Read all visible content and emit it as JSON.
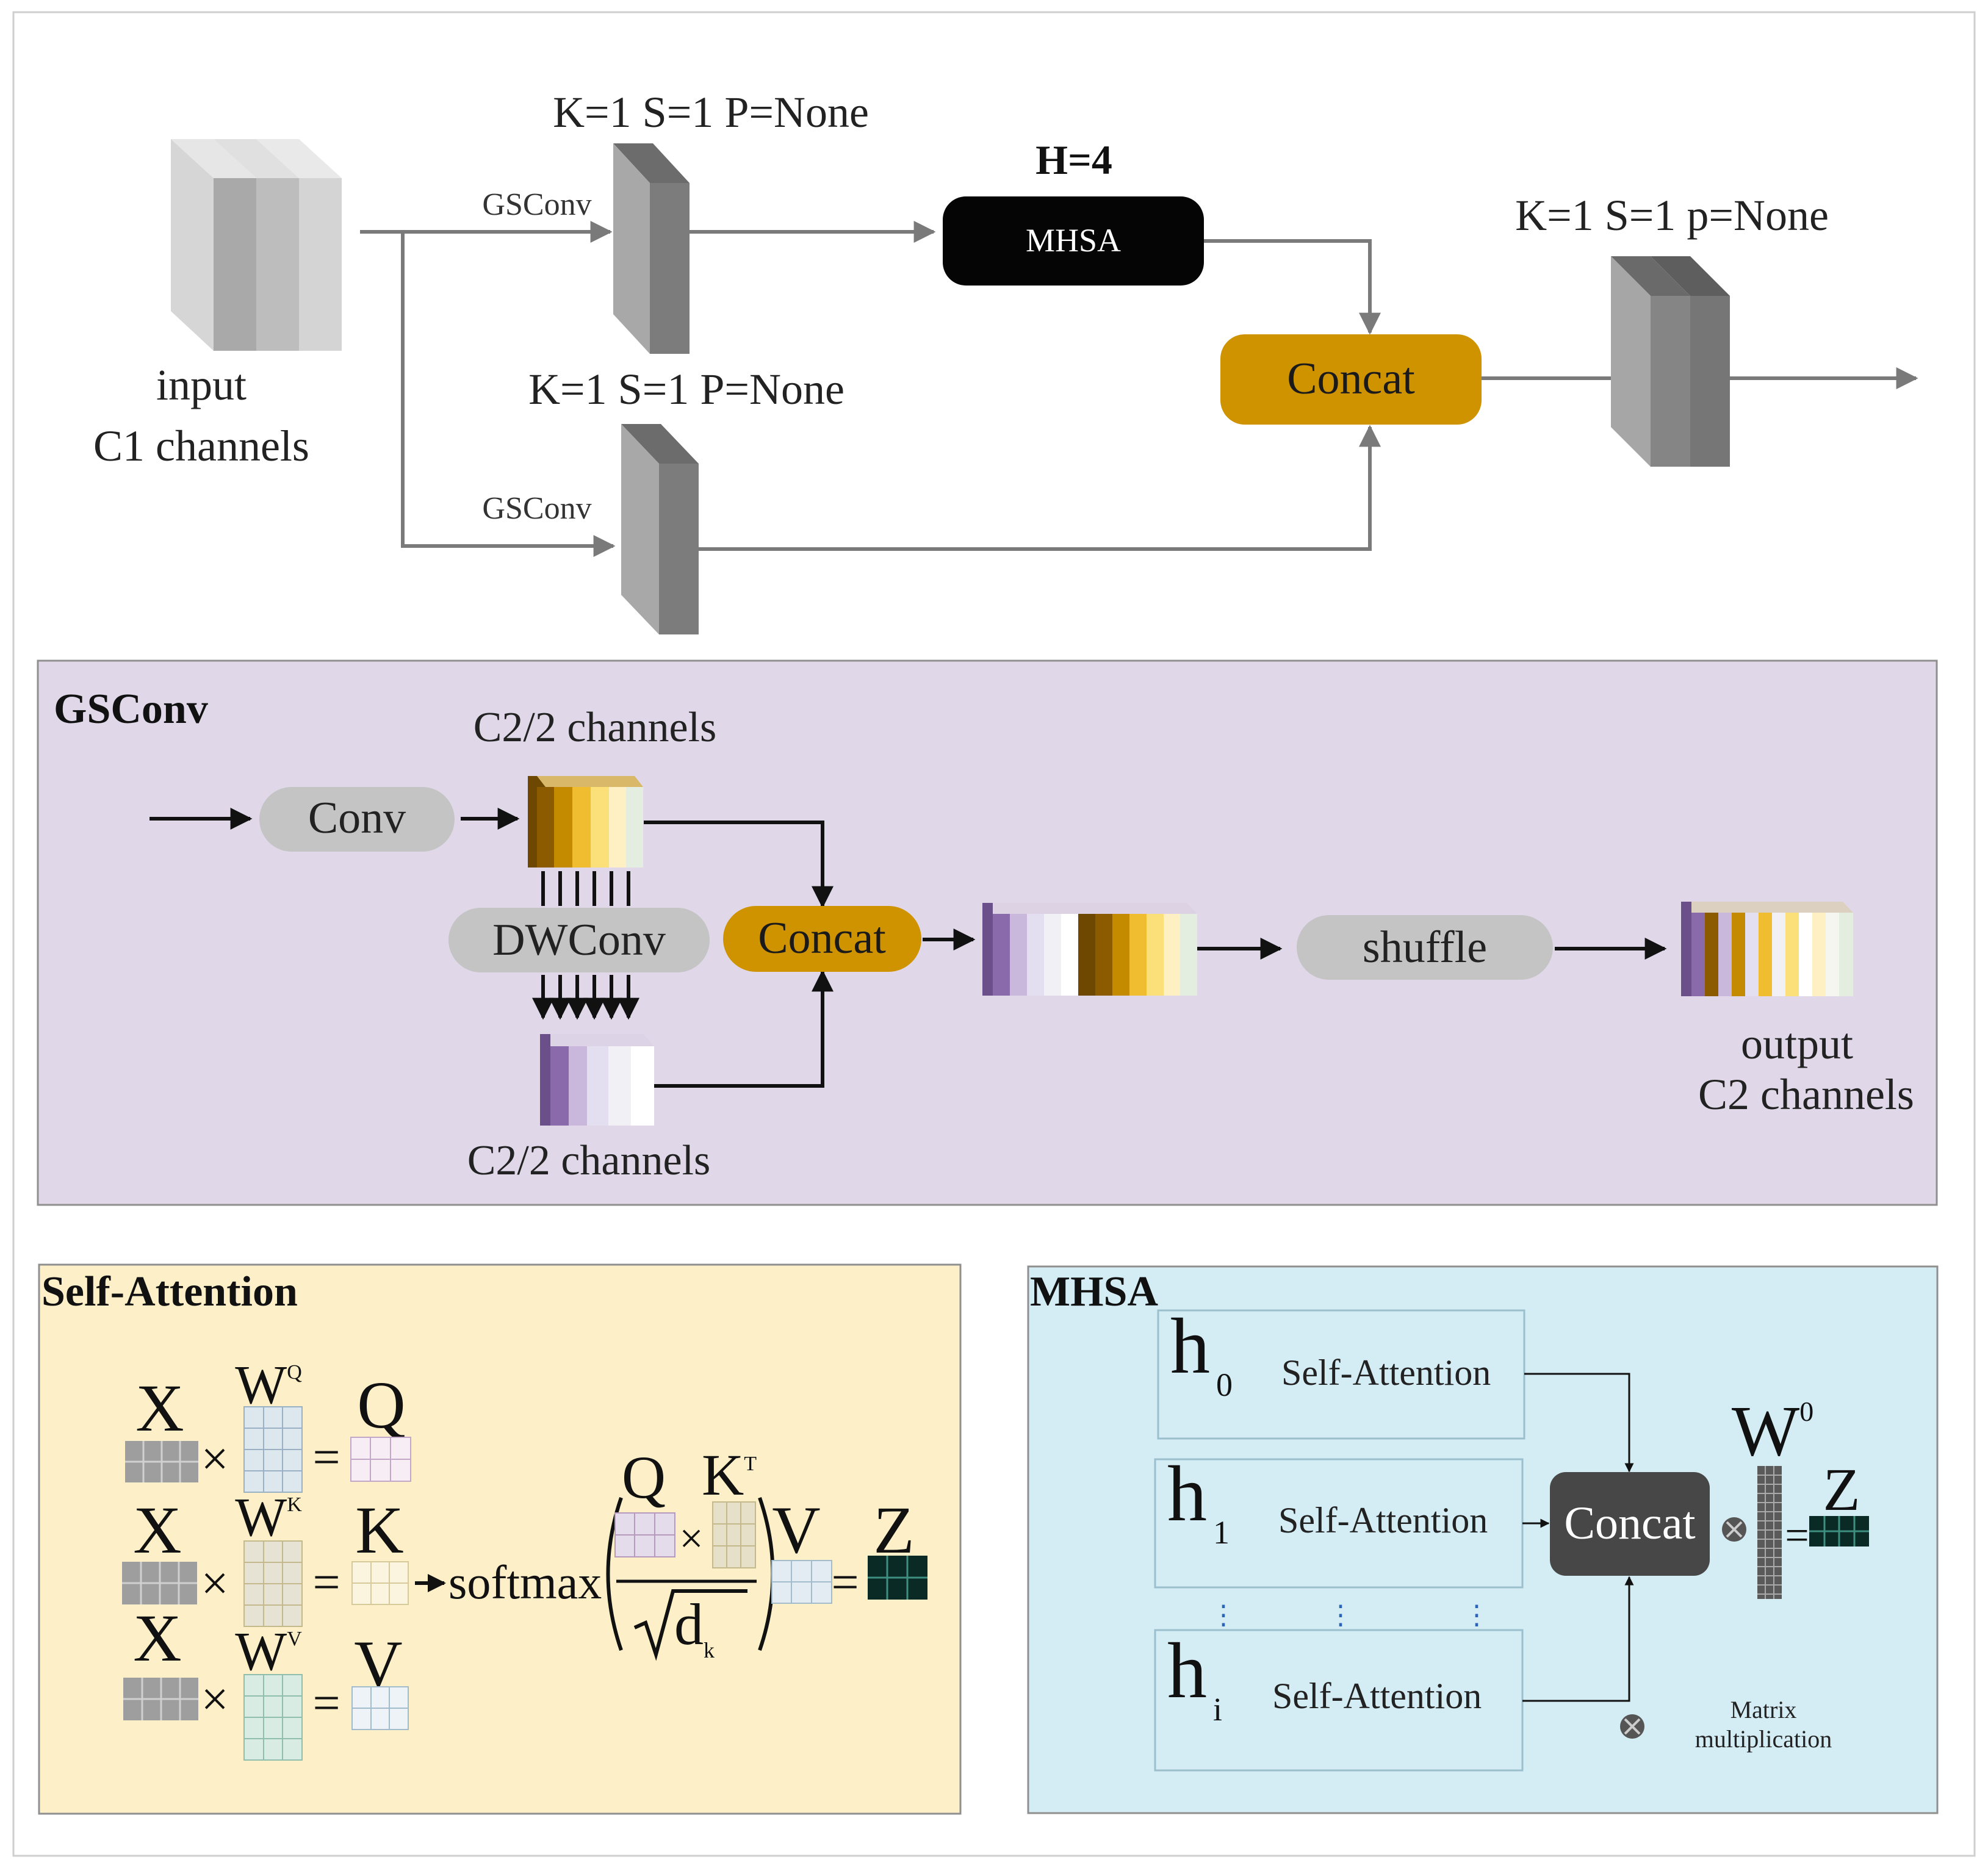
{
  "top": {
    "input_label_line1": "input",
    "input_label_line2": "C1 channels",
    "gsconv_upper_label": "GSConv",
    "gsconv_lower_label": "GSConv",
    "conv_upper_params": "K=1  S=1  P=None",
    "conv_lower_params": "K=1  S=1  P=None",
    "heads_label": "H=4",
    "mhsa_label": "MHSA",
    "concat_label": "Concat",
    "conv_out_params": "K=1  S=1  p=None"
  },
  "gsconv_panel": {
    "title": "GSConv",
    "conv_label": "Conv",
    "dwconv_label": "DWConv",
    "concat_label": "Concat",
    "shuffle_label": "shuffle",
    "upper_channels": "C2/2 channels",
    "lower_channels": "C2/2 channels",
    "output_line1": "output",
    "output_line2": "C2 channels"
  },
  "self_attention_panel": {
    "title": "Self-Attention",
    "x1": "X",
    "x2": "X",
    "x3": "X",
    "w_q": "W",
    "w_q_sup": "Q",
    "w_k": "W",
    "w_k_sup": "K",
    "w_v": "W",
    "w_v_sup": "V",
    "q": "Q",
    "k": "K",
    "v": "V",
    "softmax": "softmax",
    "frac_q": "Q",
    "frac_k": "K",
    "frac_k_sup": "T",
    "frac_v": "V",
    "sqrt_d": "d",
    "sqrt_d_sub": "k",
    "z": "Z",
    "times": "×",
    "equals": "="
  },
  "mhsa_panel": {
    "title": "MHSA",
    "h": "h",
    "h0_sub": "0",
    "h1_sub": "1",
    "hi_sub": "i",
    "head_label": "Self-Attention",
    "concat_label": "Concat",
    "w0": "W",
    "w0_sup": "0",
    "z": "Z",
    "equals": "=",
    "ellipsis": "⋮",
    "legend_line1": "Matrix",
    "legend_line2": "multiplication"
  },
  "colors": {
    "gsconv_bg": "#e0d8e8",
    "self_attention_bg": "#fdf0c8",
    "mhsa_bg": "#d4edf5",
    "concat_gold": "#cf9300",
    "mhsa_black": "#050505",
    "pill_gray": "#c4c4c4",
    "purple": "#8a6aaa",
    "brown": "#8c5b00"
  }
}
